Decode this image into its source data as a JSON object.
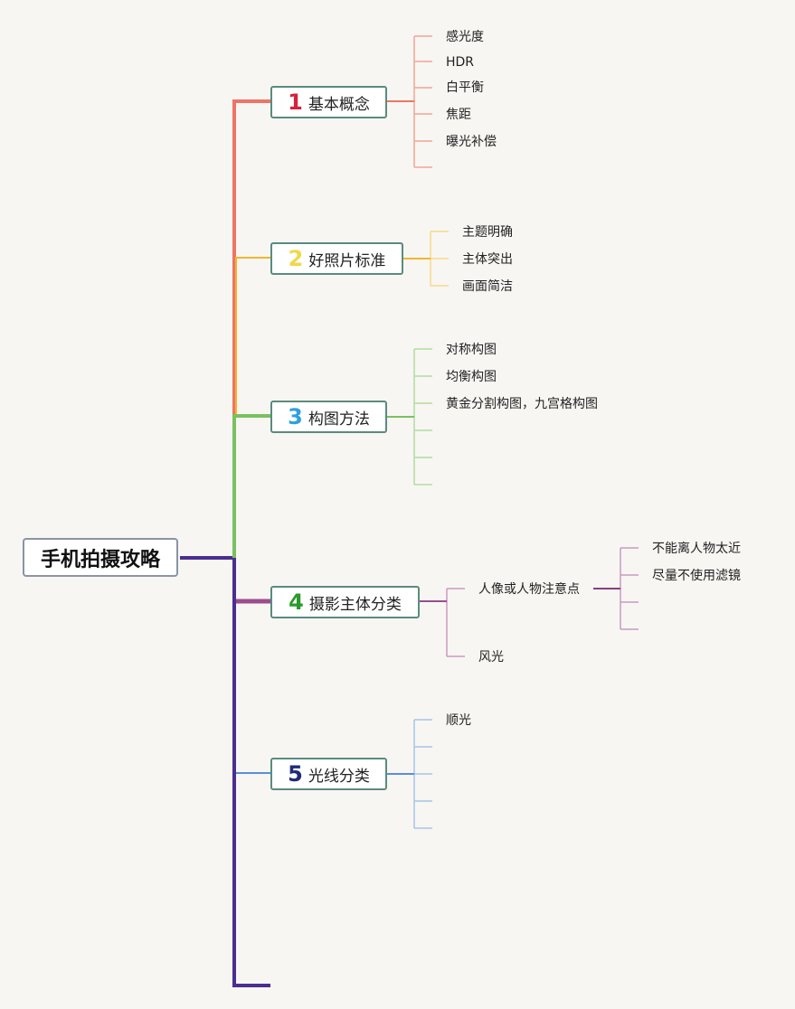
{
  "root": {
    "label": "手机拍摄攻略"
  },
  "colors": {
    "box_border": "#5a8b80",
    "trunk": "#4a2f8f"
  },
  "topics": [
    {
      "number": "1",
      "label": "基本概念",
      "number_color": "#d9203a",
      "line_color": "#ee7565",
      "children": [
        "感光度",
        "HDR",
        "白平衡",
        "焦距",
        "曝光补偿"
      ]
    },
    {
      "number": "2",
      "label": "好照片标准",
      "number_color": "#f0d84a",
      "line_color": "#f1b52d",
      "children": [
        "主题明确",
        "主体突出",
        "画面简洁"
      ]
    },
    {
      "number": "3",
      "label": "构图方法",
      "number_color": "#2f9fe0",
      "line_color": "#79c160",
      "children": [
        "对称构图",
        "均衡构图",
        "黄金分割构图，九宫格构图"
      ]
    },
    {
      "number": "4",
      "label": "摄影主体分类",
      "number_color": "#2a9a2a",
      "line_color": "#9b4d8e",
      "children": [
        "人像或人物注意点",
        "风光"
      ],
      "sub_children": [
        "不能离人物太近",
        "尽量不使用滤镜"
      ]
    },
    {
      "number": "5",
      "label": "光线分类",
      "number_color": "#1e2a7a",
      "line_color": "#5a8fd6",
      "children": [
        "顺光"
      ]
    }
  ]
}
